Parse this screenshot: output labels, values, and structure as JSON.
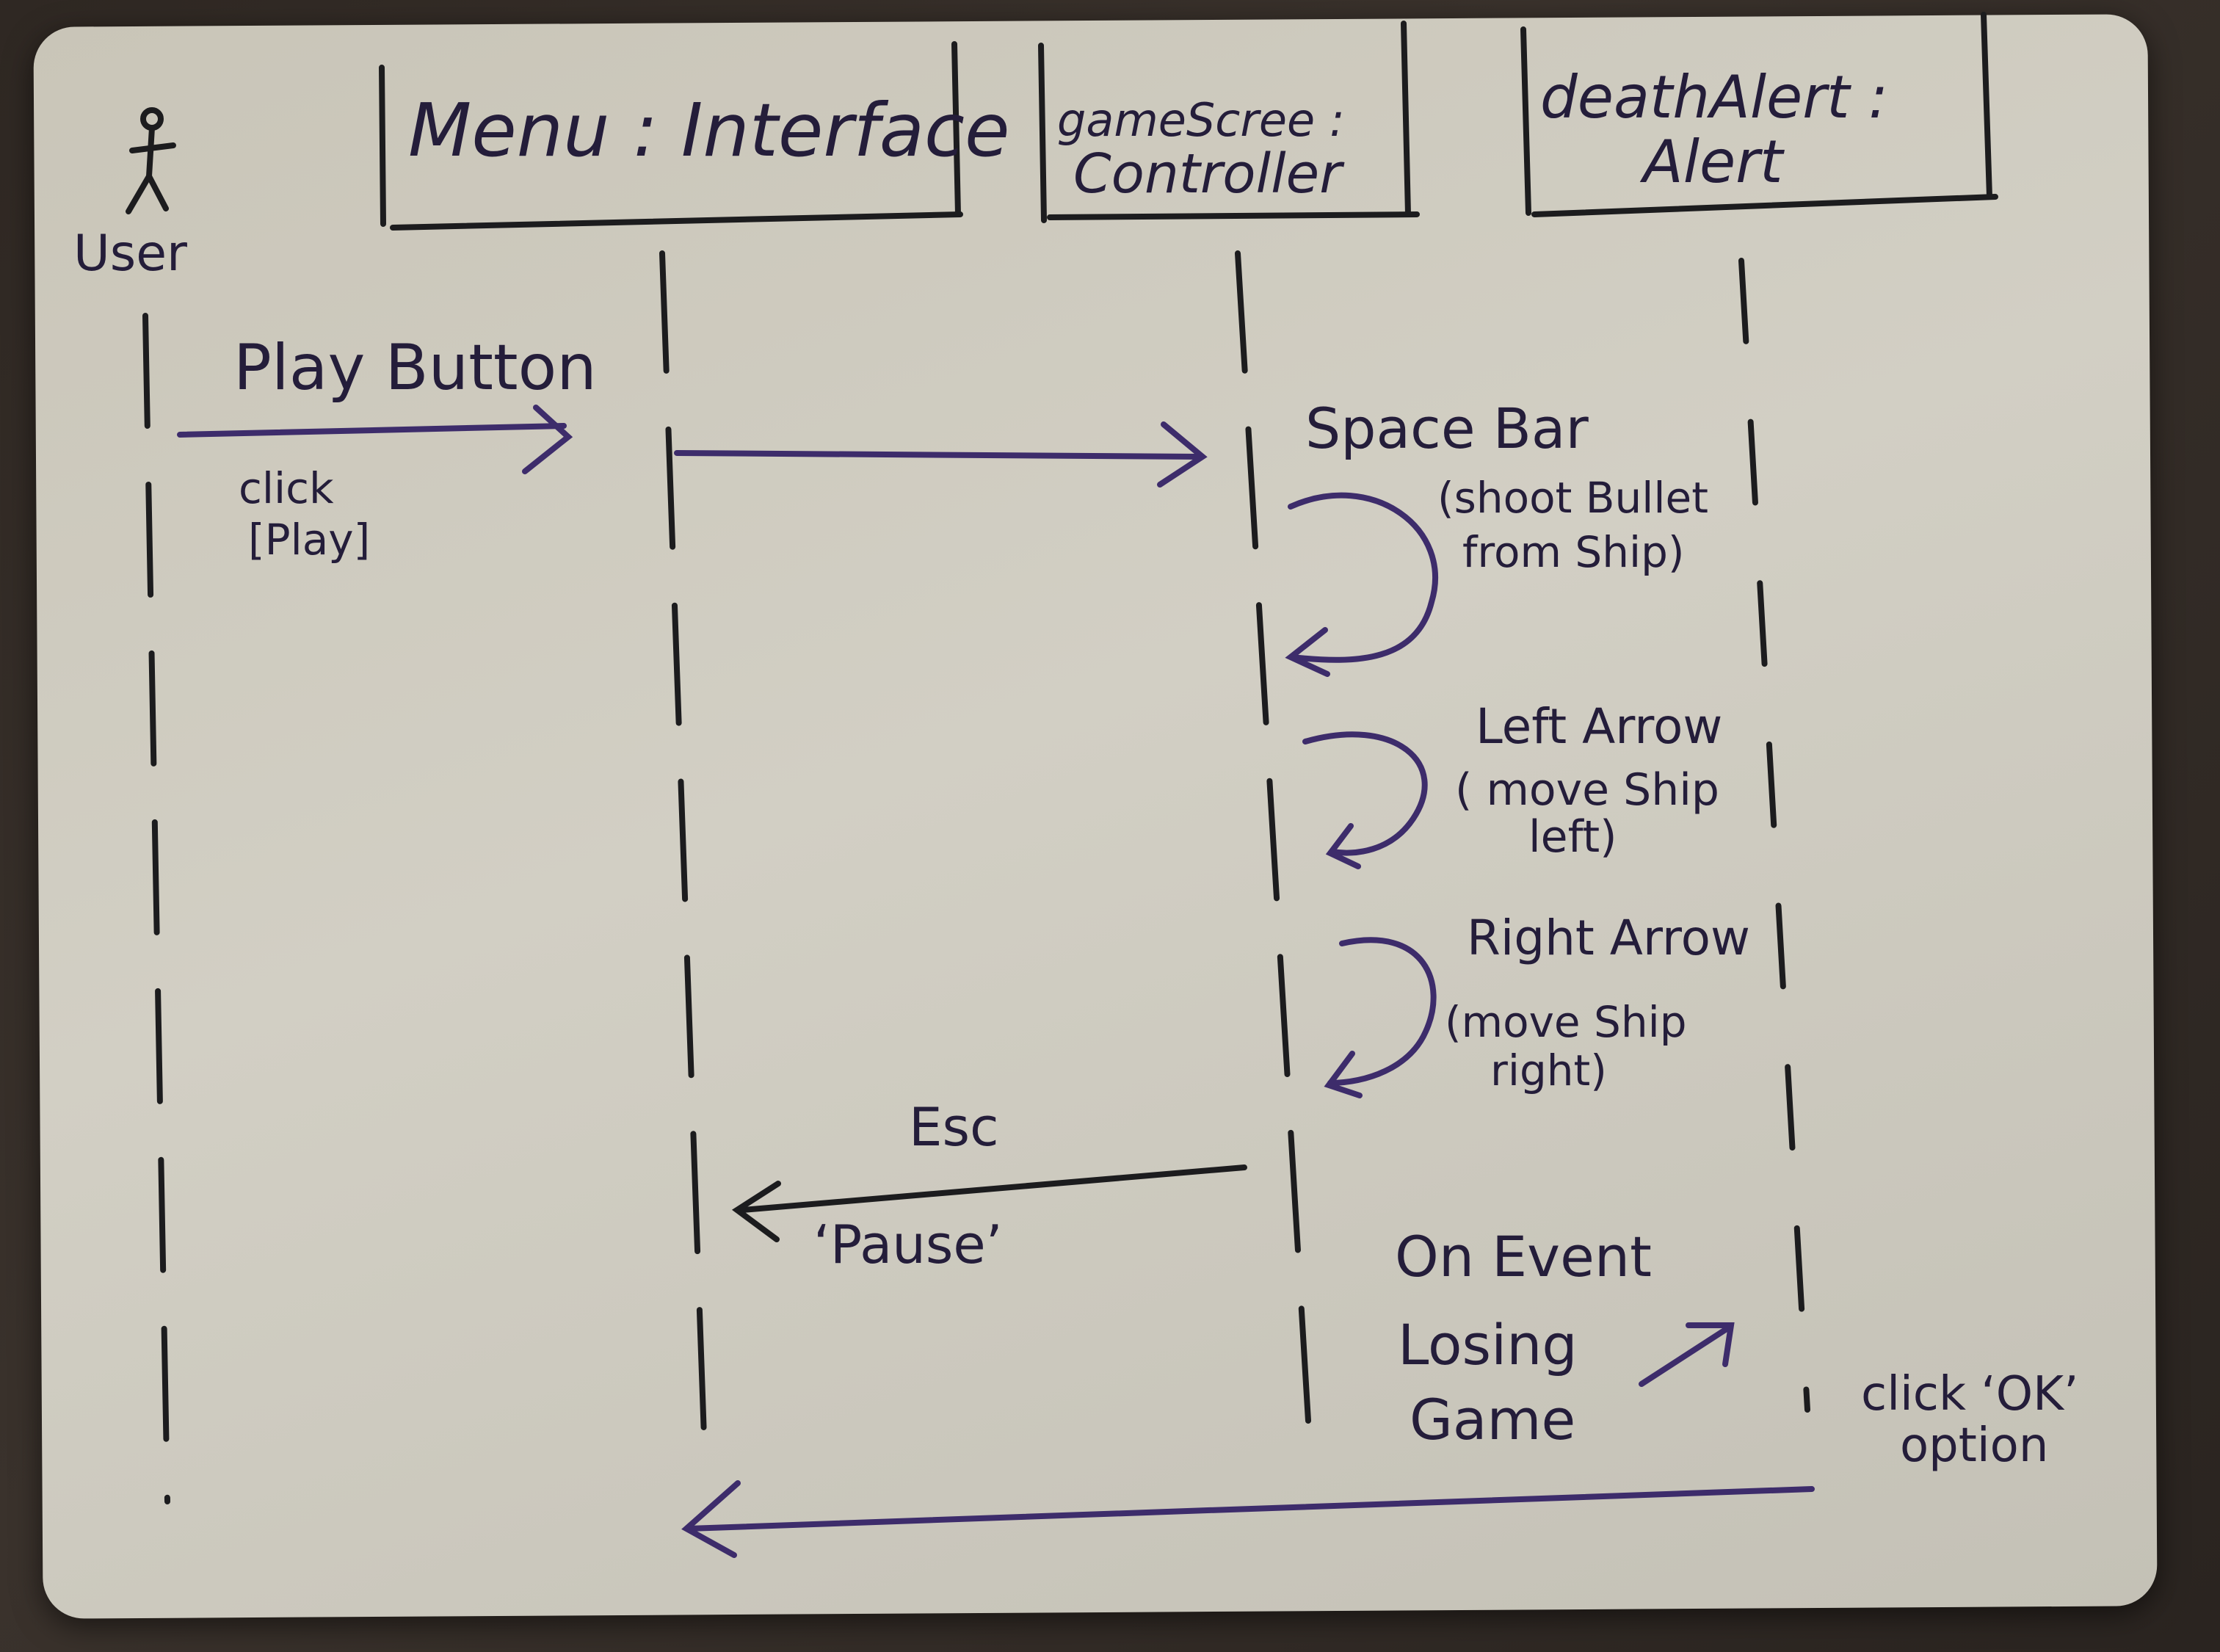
{
  "diagram": {
    "actor": {
      "label": "User"
    },
    "lifelines": [
      {
        "label_line1": "Menu : Interface",
        "label_line2": ""
      },
      {
        "label_line1": "gameScree :",
        "label_line2": "Controller"
      },
      {
        "label_line1": "deathAlert :",
        "label_line2": "Alert"
      }
    ],
    "messages": {
      "play_button": "Play Button",
      "click_play_line1": "click",
      "click_play_line2": "[Play]",
      "space_bar": "Space Bar",
      "shoot_line1": "(shoot Bullet",
      "shoot_line2": "from Ship)",
      "left_arrow": "Left Arrow",
      "move_left_line1": "( move Ship",
      "move_left_line2": "left)",
      "right_arrow": "Right Arrow",
      "move_right_line1": "(move Ship",
      "move_right_line2": "right)",
      "esc": "Esc",
      "pause": "‘Pause’",
      "on_event_line1": "On Event",
      "on_event_line2": "Losing",
      "on_event_line3": "Game",
      "click_ok_line1": "click ‘OK’",
      "click_ok_line2": "option"
    }
  },
  "colors": {
    "ink_black": "#1c1c1e",
    "ink_purple": "#3d2c6b",
    "board": "#cfccc1",
    "table": "#2f2823"
  }
}
